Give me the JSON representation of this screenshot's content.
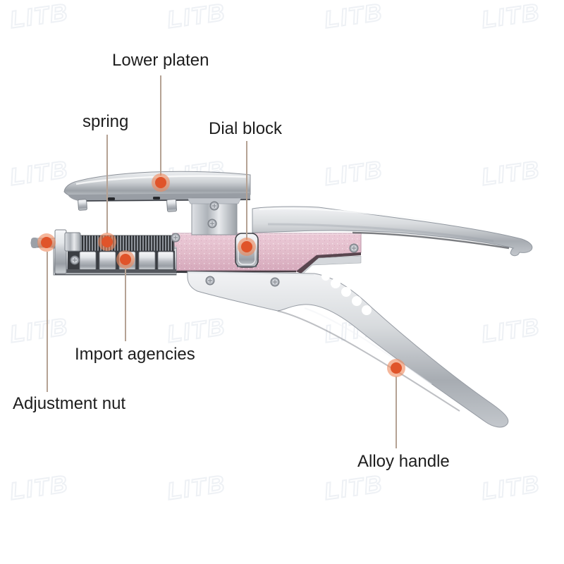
{
  "watermark": {
    "text": "LITB"
  },
  "annotations": {
    "line_color": "#b5a294",
    "dot_outer_color": "#ef8a5f",
    "dot_inner_color": "#e0542a",
    "text_color": "#1e1e1e",
    "labels": [
      {
        "id": "lower-platen",
        "text": "Lower platen"
      },
      {
        "id": "spring",
        "text": "spring"
      },
      {
        "id": "dial-block",
        "text": "Dial block"
      },
      {
        "id": "import-agencies",
        "text": "Import agencies"
      },
      {
        "id": "adjustment-nut",
        "text": "Adjustment nut"
      },
      {
        "id": "alloy-handle",
        "text": "Alloy handle"
      }
    ]
  },
  "product": {
    "accent_color_pink": "#e2bcca",
    "metal_light": "#f2f3f5",
    "metal_mid": "#b0b5bb",
    "metal_dark": "#55585e",
    "background": "#ffffff"
  }
}
